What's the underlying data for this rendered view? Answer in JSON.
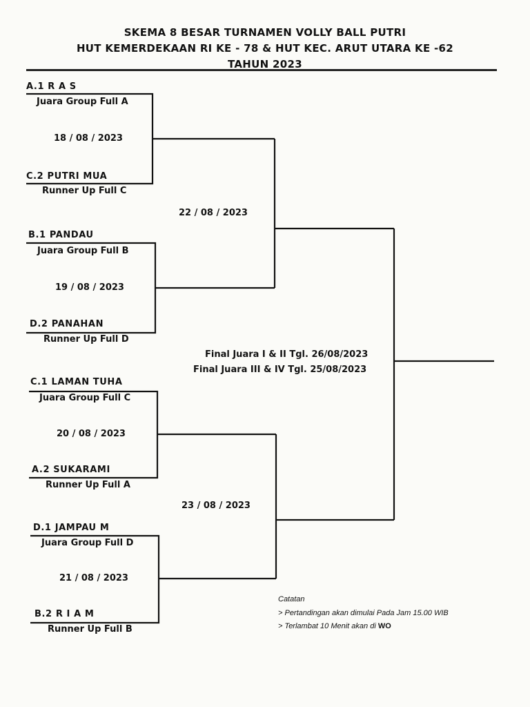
{
  "header": {
    "line1": "SKEMA  8  BESAR TURNAMEN VOLLY BALL PUTRI",
    "line2": "HUT KEMERDEKAAN RI KE - 78 & HUT KEC. ARUT UTARA KE -62",
    "line3": "TAHUN 2023"
  },
  "teams": [
    {
      "name": "A.1  R A S",
      "desc": "Juara Group Full  A"
    },
    {
      "name": "C.2  PUTRI  MUA",
      "desc": "Runner Up Full  C"
    },
    {
      "name": "B.1  PANDAU",
      "desc": "Juara Group Full  B"
    },
    {
      "name": "D.2  PANAHAN",
      "desc": "Runner Up Full  D"
    },
    {
      "name": "C.1  LAMAN TUHA",
      "desc": "Juara Group Full  C"
    },
    {
      "name": "A.2  SUKARAMI",
      "desc": "Runner Up Full  A"
    },
    {
      "name": "D.1  JAMPAU    M",
      "desc": "Juara Group Full  D"
    },
    {
      "name": "B.2  R I A M",
      "desc": "Runner Up Full  B"
    }
  ],
  "round1_dates": [
    "18 / 08 / 2023",
    "19 / 08 / 2023",
    "20 / 08 / 2023",
    "21 / 08 / 2023"
  ],
  "semifinal_dates": [
    "22 / 08 / 2023",
    "23 / 08 / 2023"
  ],
  "final": {
    "line1": "Final Juara I  &  II Tgl. 26/08/2023",
    "line2": "Final Juara III  &  IV Tgl. 25/08/2023"
  },
  "notes": {
    "heading": "Catatan",
    "item1": "> Pertandingan akan dimulai Pada Jam 15.00 WIB",
    "item2_prefix": "> Terlambat 10 Menit akan di",
    "item2_bold": "WO"
  }
}
